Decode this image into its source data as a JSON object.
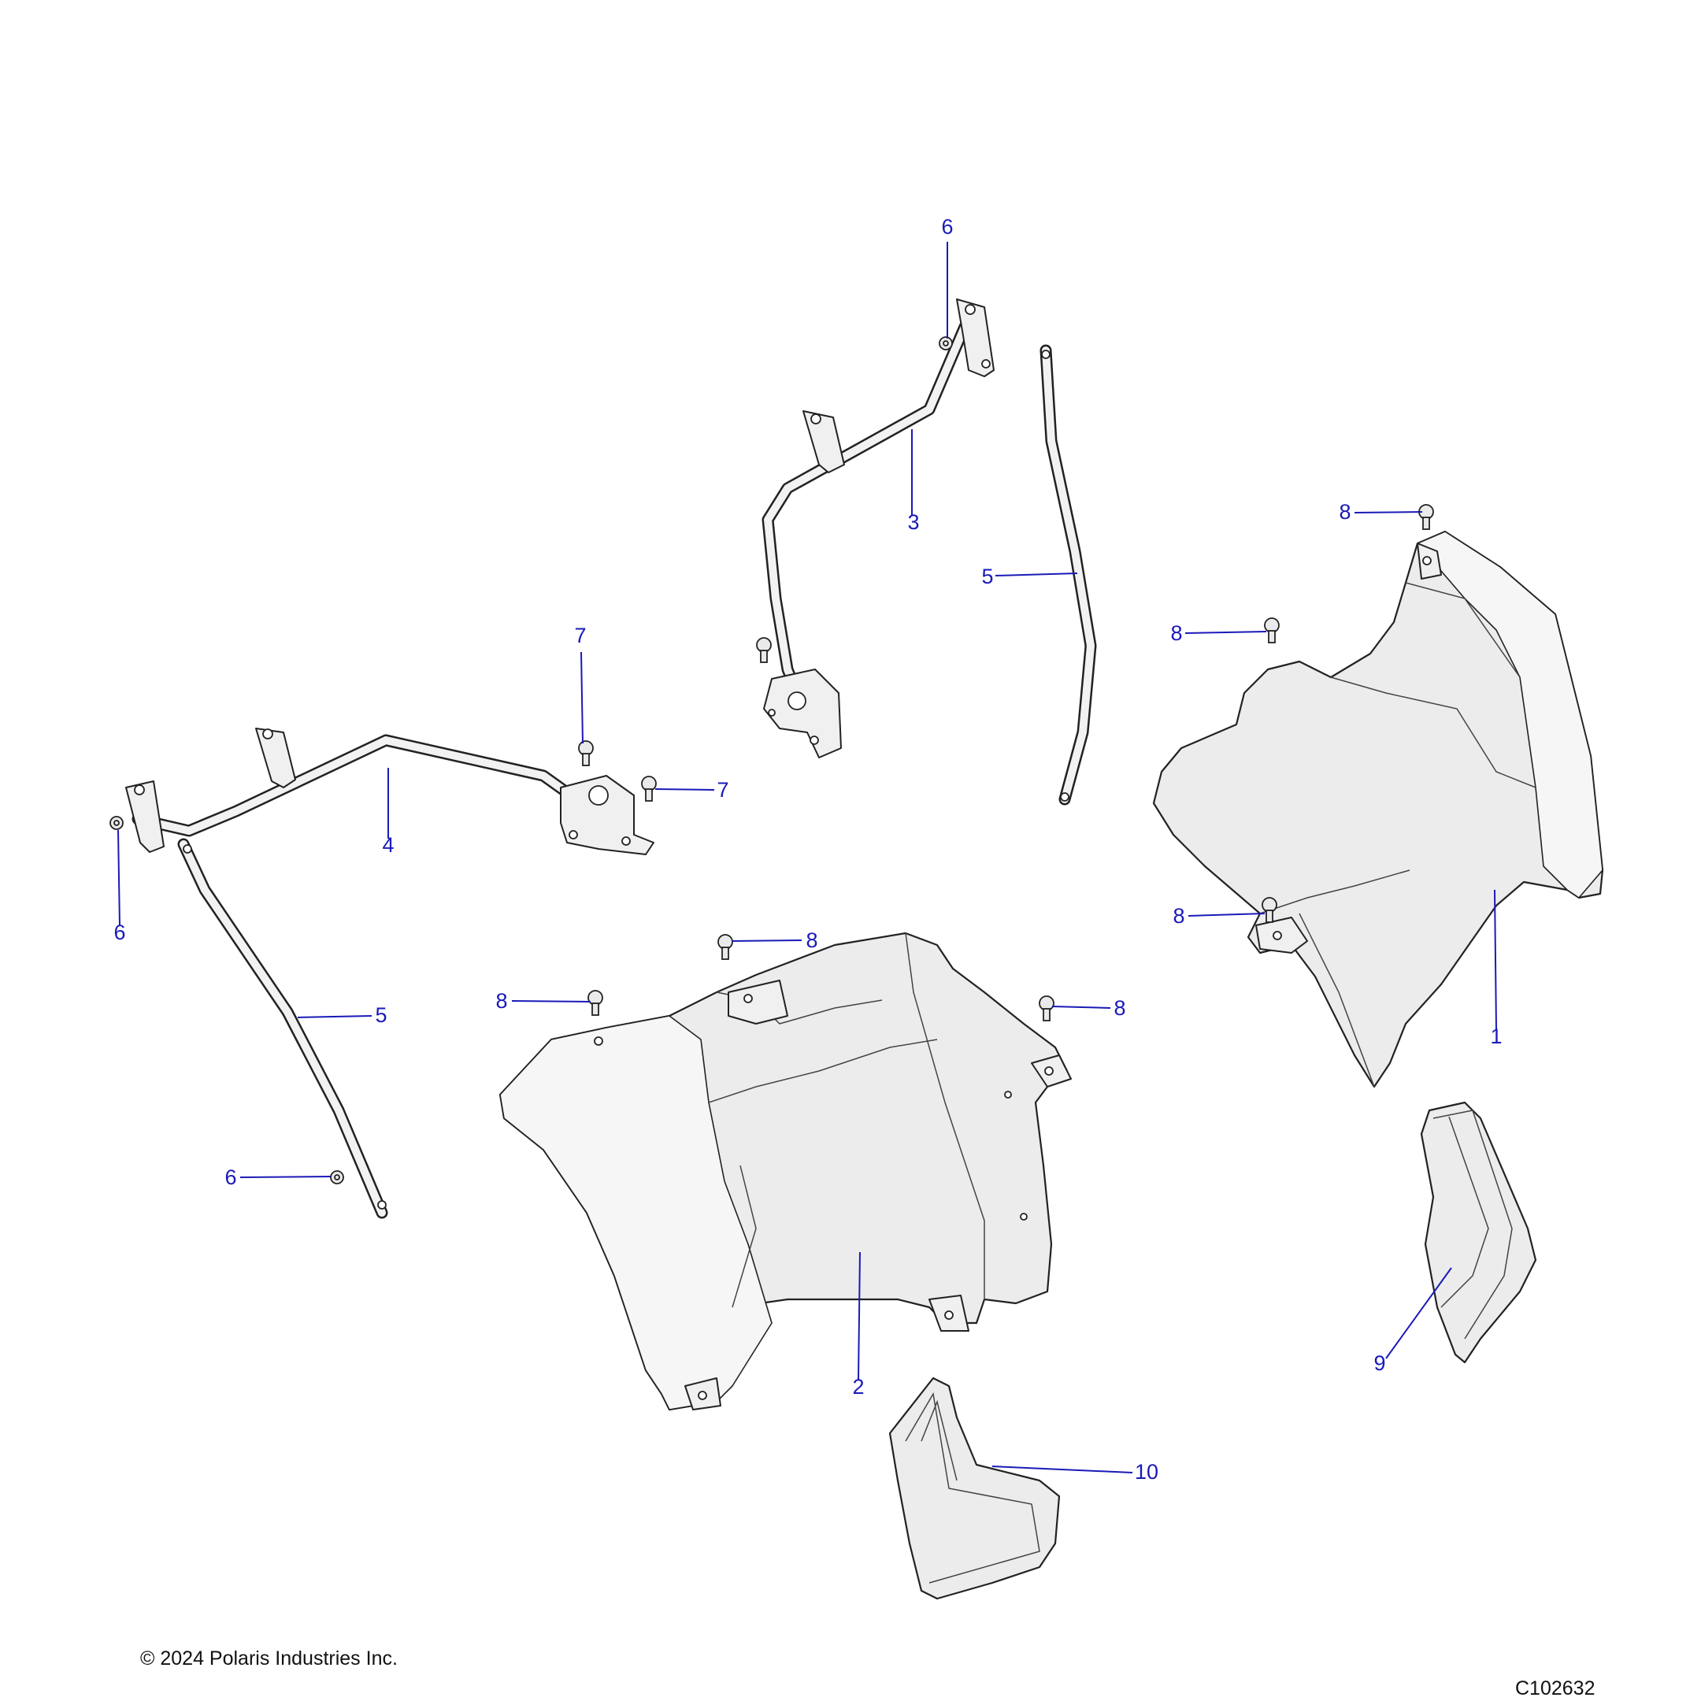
{
  "copyright": "© 2024 Polaris Industries Inc.",
  "diagram_id": "C102632",
  "accent_color": "#1a1ab8",
  "callouts": [
    {
      "label": "6"
    },
    {
      "label": "3"
    },
    {
      "label": "5"
    },
    {
      "label": "8"
    },
    {
      "label": "8"
    },
    {
      "label": "7"
    },
    {
      "label": "7"
    },
    {
      "label": "4"
    },
    {
      "label": "6"
    },
    {
      "label": "8"
    },
    {
      "label": "8"
    },
    {
      "label": "8"
    },
    {
      "label": "8"
    },
    {
      "label": "1"
    },
    {
      "label": "5"
    },
    {
      "label": "6"
    },
    {
      "label": "2"
    },
    {
      "label": "9"
    },
    {
      "label": "10"
    }
  ]
}
